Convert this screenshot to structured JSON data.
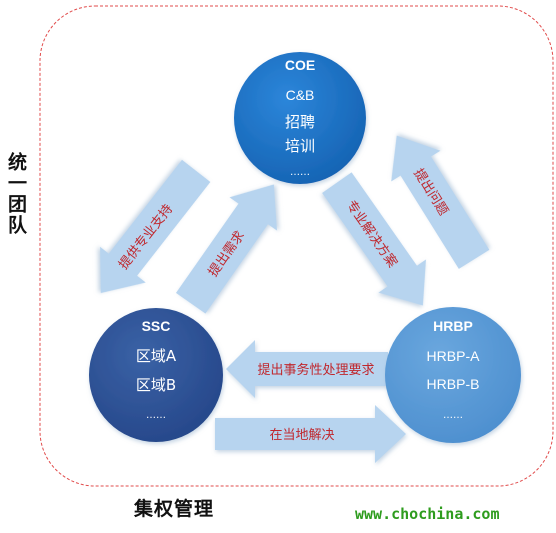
{
  "frame": {
    "left_label": "统一团队",
    "bottom_label": "集权管理",
    "frame_color": "#e14b4b"
  },
  "coe": {
    "title": "COE",
    "lines": [
      "C&B",
      "招聘",
      "培训",
      "……"
    ],
    "color": "#1e74c8"
  },
  "ssc": {
    "title": "SSC",
    "lines": [
      "区域A",
      "区域B",
      "……"
    ],
    "color": "#2e5394"
  },
  "hrbp": {
    "title": "HRBP",
    "lines": [
      "HRBP-A",
      "HRBP-B",
      "……"
    ],
    "color": "#5b9bd5"
  },
  "arrows": {
    "coe_to_ssc": "提供专业支持",
    "ssc_to_coe": "提出需求",
    "coe_to_hrbp": "专业解决方案",
    "hrbp_to_coe": "提出问题",
    "hrbp_to_ssc": "提出事务性处理要求",
    "ssc_to_hrbp": "在当地解决",
    "arrow_color": "#b7d4ef",
    "text_color": "#c0272d"
  },
  "watermark": "www.chochina.com"
}
